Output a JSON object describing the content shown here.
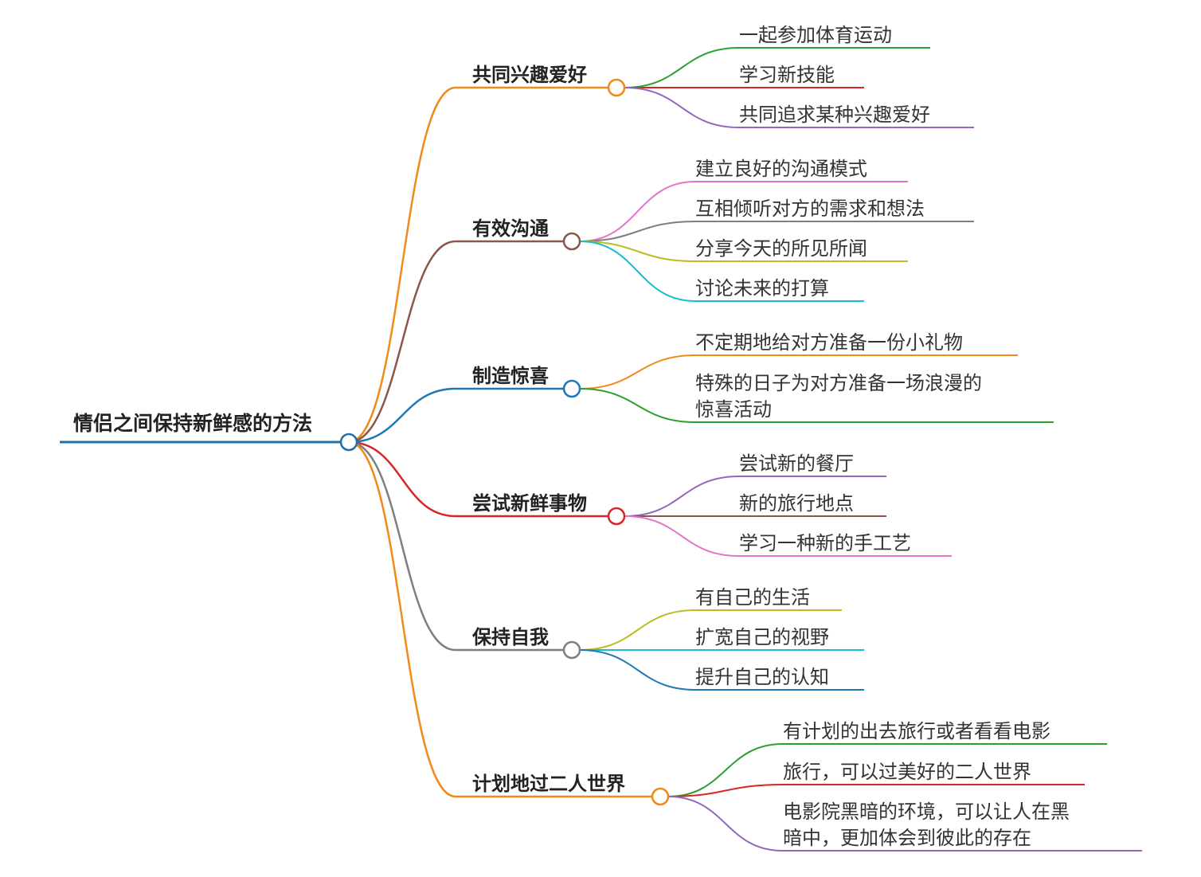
{
  "root": {
    "label": "情侣之间保持新鲜感的方法",
    "color": "#1f6fa8"
  },
  "branches": [
    {
      "label": "共同兴趣爱好",
      "color": "#f08a1a",
      "leaves": [
        {
          "lines": [
            "一起参加体育运动"
          ],
          "color": "#2ca02c"
        },
        {
          "lines": [
            "学习新技能"
          ],
          "color": "#d62728"
        },
        {
          "lines": [
            "共同追求某种兴趣爱好"
          ],
          "color": "#9467bd"
        }
      ]
    },
    {
      "label": "有效沟通",
      "color": "#8c564b",
      "leaves": [
        {
          "lines": [
            "建立良好的沟通模式"
          ],
          "color": "#e377c2"
        },
        {
          "lines": [
            "互相倾听对方的需求和想法"
          ],
          "color": "#7f7f7f"
        },
        {
          "lines": [
            "分享今天的所见所闻"
          ],
          "color": "#bcbd22"
        },
        {
          "lines": [
            "讨论未来的打算"
          ],
          "color": "#17becf"
        }
      ]
    },
    {
      "label": "制造惊喜",
      "color": "#1f77b4",
      "leaves": [
        {
          "lines": [
            "不定期地给对方准备一份小礼物"
          ],
          "color": "#f08a1a"
        },
        {
          "lines": [
            "特殊的日子为对方准备一场浪漫的",
            "惊喜活动"
          ],
          "color": "#2ca02c"
        }
      ]
    },
    {
      "label": "尝试新鲜事物",
      "color": "#d62728",
      "leaves": [
        {
          "lines": [
            "尝试新的餐厅"
          ],
          "color": "#9467bd"
        },
        {
          "lines": [
            "新的旅行地点"
          ],
          "color": "#8c564b"
        },
        {
          "lines": [
            "学习一种新的手工艺"
          ],
          "color": "#e377c2"
        }
      ]
    },
    {
      "label": "保持自我",
      "color": "#7f7f7f",
      "leaves": [
        {
          "lines": [
            "有自己的生活"
          ],
          "color": "#bcbd22"
        },
        {
          "lines": [
            "扩宽自己的视野"
          ],
          "color": "#17becf"
        },
        {
          "lines": [
            "提升自己的认知"
          ],
          "color": "#1f77b4"
        }
      ]
    },
    {
      "label": "计划地过二人世界",
      "color": "#f08a1a",
      "leaves": [
        {
          "lines": [
            "有计划的出去旅行或者看看电影"
          ],
          "color": "#2ca02c"
        },
        {
          "lines": [
            "旅行，可以过美好的二人世界"
          ],
          "color": "#d62728"
        },
        {
          "lines": [
            "电影院黑暗的环境，可以让人在黑",
            "暗中，更加体会到彼此的存在"
          ],
          "color": "#9467bd"
        }
      ]
    }
  ]
}
